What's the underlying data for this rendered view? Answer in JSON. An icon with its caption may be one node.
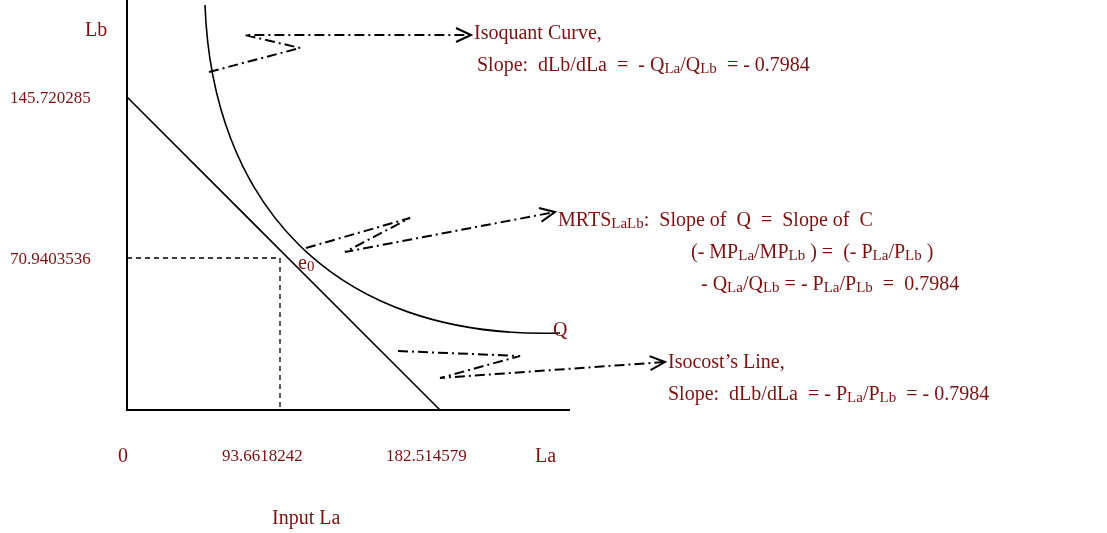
{
  "diagram": {
    "nodes": [
      {
        "text": [],
        "shape": "curve"
      },
      {
        "text": [
          "Isoquant Curve,",
          "Slope:  dLb/dLa  =  - Q$_{La}$/Q$_{Lb}$  = - 0.7984"
        ]
      },
      {
        "text": [
          "e$_{0}$"
        ]
      },
      {
        "text": [
          "MRTS$_{LaLb}$:  Slope of  Q  =  Slope of  C",
          "(- MP$_{La}$/MP$_{Lb}$ ) =  (- P$_{La}$/P$_{Lb}$ )",
          "- Q$_{La}$/Q$_{Lb}$ = - P$_{La}$/P$_{Lb}$  =  0.7984"
        ]
      },
      {
        "text": [],
        "shape": "line"
      },
      {
        "text": [
          "Isocost’s Line,",
          "Slope:  dLb/dLa  = - P$_{La}$/P$_{Lb}$  = - 0.7984"
        ]
      }
    ],
    "edges": [
      {
        "from": 0,
        "to": 1,
        "arrow": "to"
      },
      {
        "from": 2,
        "to": 3,
        "arrow": "to"
      },
      {
        "from": 4,
        "to": 5,
        "arrow": "to"
      }
    ],
    "labels": [
      "Lb",
      "145.720285",
      "70.9403536",
      "Q",
      "0",
      "93.6618242",
      "182.514579",
      "La",
      "Input La"
    ]
  }
}
